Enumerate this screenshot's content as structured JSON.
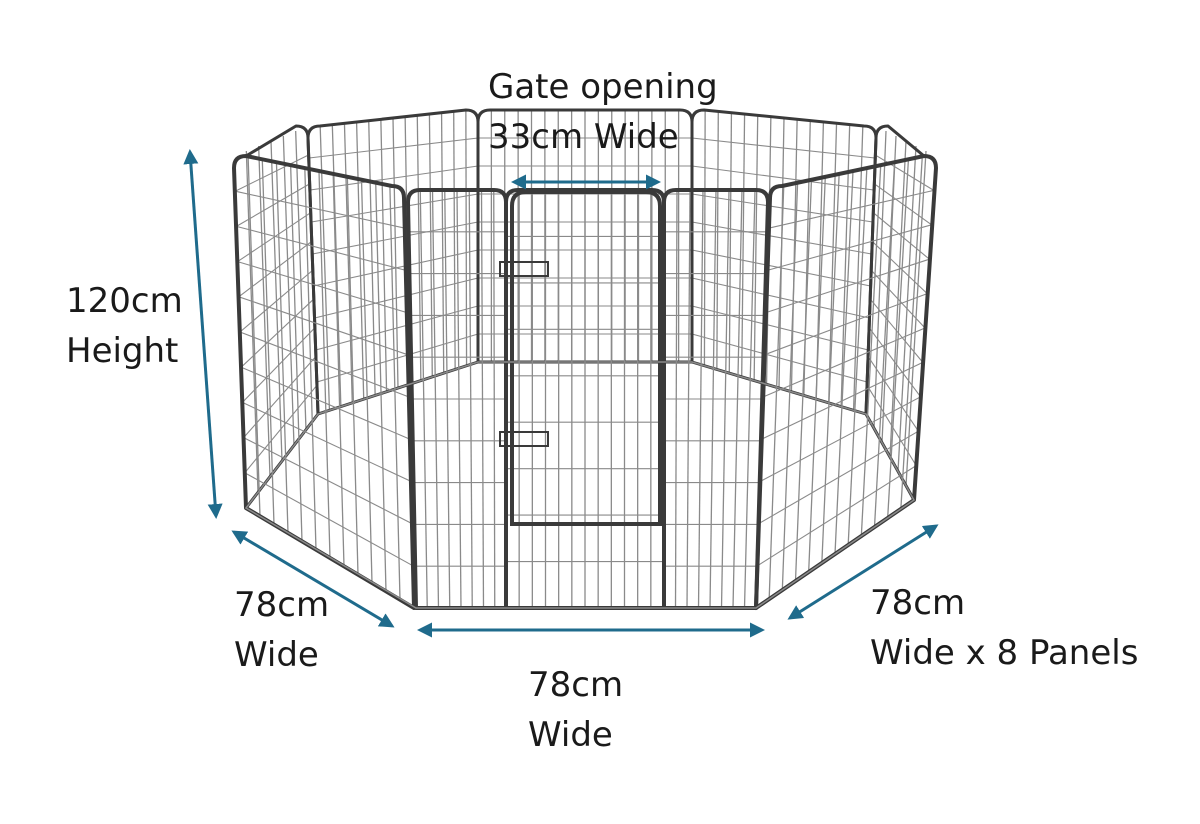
{
  "colors": {
    "arrow": "#1f6b8c",
    "frame": "#3a3a3a",
    "mesh": "#8a8a8a",
    "label": "#1a1a1a"
  },
  "labels": {
    "gate": {
      "line1": "Gate opening",
      "line2": "33cm Wide"
    },
    "height": {
      "line1": "120cm",
      "line2": "Height"
    },
    "left_width": {
      "line1": "78cm",
      "line2": "Wide"
    },
    "front_width": {
      "line1": "78cm",
      "line2": "Wide"
    },
    "right_width": {
      "line1": "78cm",
      "line2": "Wide x 8 Panels"
    }
  }
}
